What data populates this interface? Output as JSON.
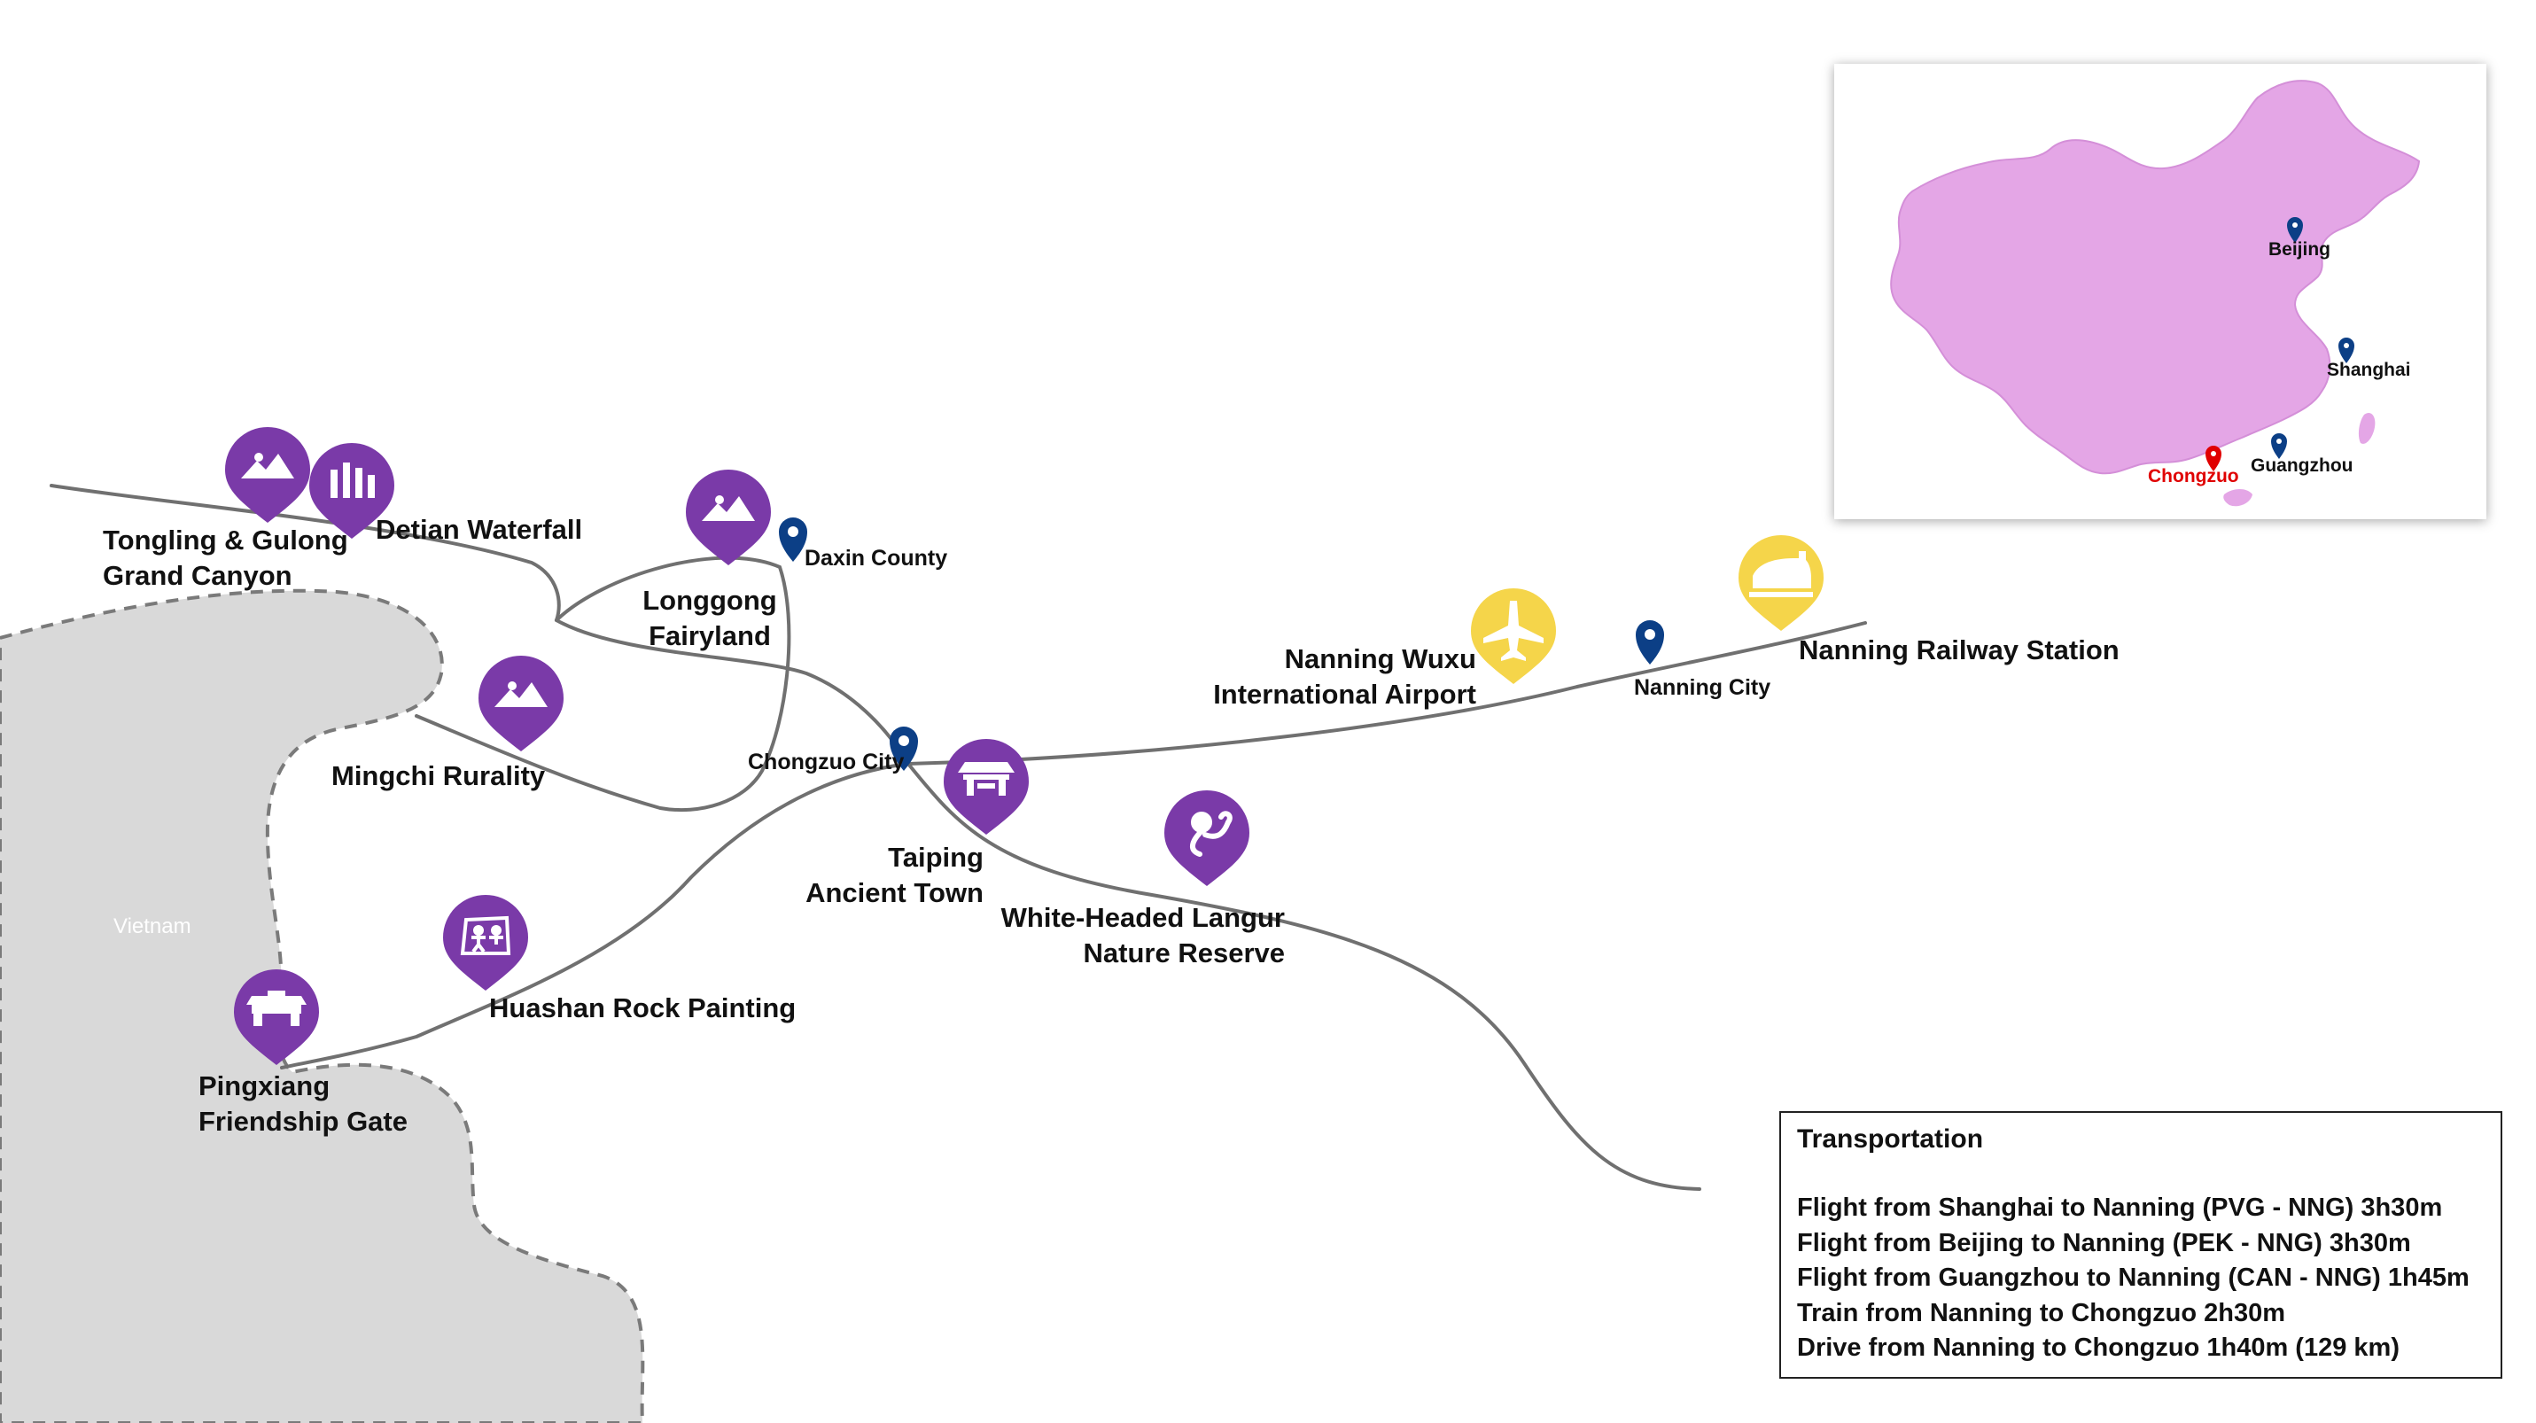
{
  "map": {
    "country_label": "Vietnam",
    "colors": {
      "attraction_pin": "#7a3aa8",
      "transport_pin": "#f5d54a",
      "city_marker": "#0c3f86",
      "route_line": "#707070",
      "vietnam_fill": "#d9d9d9",
      "china_fill": "#e4a6e6",
      "highlight_city": "#e00000"
    }
  },
  "attractions": [
    {
      "id": "tongling",
      "line1": "Tongling & Gulong",
      "line2": "Grand Canyon",
      "icon": "mountain-icon"
    },
    {
      "id": "detian",
      "line1": "Detian Waterfall",
      "icon": "waterfall-icon"
    },
    {
      "id": "longgong",
      "line1": "Longgong",
      "line2": "Fairyland",
      "icon": "mountain-icon"
    },
    {
      "id": "mingchi",
      "line1": "Mingchi Rurality",
      "icon": "mountain-icon"
    },
    {
      "id": "taiping",
      "line1": "Taiping",
      "line2": "Ancient Town",
      "icon": "pavilion-icon"
    },
    {
      "id": "langur",
      "line1": "White-Headed Langur",
      "line2": "Nature Reserve",
      "icon": "monkey-icon"
    },
    {
      "id": "huashan",
      "line1": "Huashan Rock Painting",
      "icon": "rock-painting-icon"
    },
    {
      "id": "pingxiang",
      "line1": "Pingxiang",
      "line2": "Friendship Gate",
      "icon": "gate-icon"
    }
  ],
  "cities": [
    {
      "id": "daxin",
      "name": "Daxin County"
    },
    {
      "id": "chongzuo",
      "name": "Chongzuo City"
    },
    {
      "id": "nanning",
      "name": "Nanning City"
    }
  ],
  "transport_hubs": [
    {
      "id": "airport",
      "line1": "Nanning Wuxu",
      "line2": "International Airport",
      "icon": "airplane-icon"
    },
    {
      "id": "railway",
      "line1": "Nanning Railway Station",
      "icon": "train-icon"
    }
  ],
  "inset": {
    "cities": [
      {
        "id": "beijing",
        "name": "Beijing"
      },
      {
        "id": "shanghai",
        "name": "Shanghai"
      },
      {
        "id": "guangzhou",
        "name": "Guangzhou"
      },
      {
        "id": "chongzuo",
        "name": "Chongzuo",
        "highlight": true
      }
    ]
  },
  "transportation": {
    "title": "Transportation",
    "lines": [
      "Flight from Shanghai to Nanning (PVG - NNG)  3h30m",
      "Flight from Beijing to Nanning (PEK - NNG)  3h30m",
      "Flight from Guangzhou to Nanning  (CAN - NNG)  1h45m",
      "Train from Nanning to Chongzuo  2h30m",
      "Drive from Nanning to Chongzuo  1h40m (129 km)"
    ]
  }
}
